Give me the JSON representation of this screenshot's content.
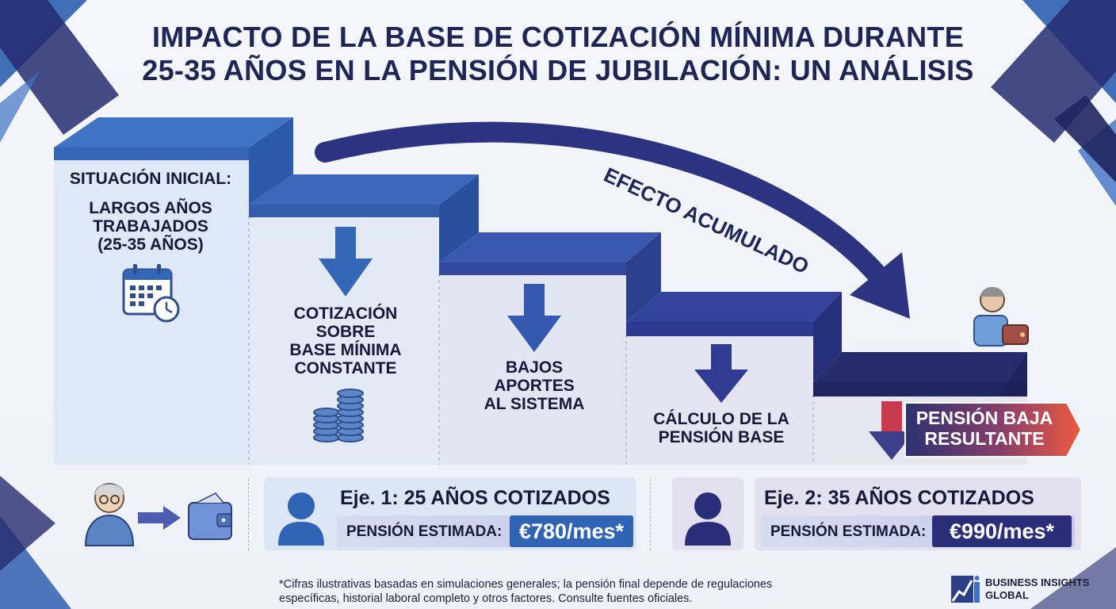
{
  "title": {
    "line1": "IMPACTO DE LA BASE DE COTIZACIÓN MÍNIMA DURANTE",
    "line2": "25-35 AÑOS EN LA PENSIÓN DE JUBILACIÓN: UN ANÁLISIS"
  },
  "colors": {
    "title": "#1e2656",
    "step_top_1": "#3d72c2",
    "step_top_5": "#232a68",
    "accent_red": "#e0473a",
    "value_blue": "#2f63b4",
    "value_navy": "#2a2e78"
  },
  "steps": [
    {
      "heading": "SITUACIÓN INICIAL:",
      "lines": [
        "LARGOS AÑOS",
        "TRABAJADOS",
        "(25-35 AÑOS)"
      ],
      "icon": "calendar-clock-icon"
    },
    {
      "lines": [
        "COTIZACIÓN",
        "SOBRE",
        "BASE MÍNIMA",
        "CONSTANTE"
      ],
      "icon": "coin-stack-icon"
    },
    {
      "lines": [
        "BAJOS",
        "APORTES",
        "AL SISTEMA"
      ]
    },
    {
      "lines": [
        "CÁLCULO DE LA",
        "PENSIÓN BASE"
      ]
    },
    {
      "icon": "retiree-wallet-icon"
    }
  ],
  "cumulative_effect_label": "EFECTO ACUMULADO",
  "result": {
    "line1": "PENSIÓN BAJA",
    "line2": "RESULTANTE"
  },
  "examples": [
    {
      "heading": "Eje. 1: 25 AÑOS COTIZADOS",
      "pension_label": "PENSIÓN ESTIMADA:",
      "pension_value": "€780/mes*"
    },
    {
      "heading": "Eje. 2: 35 AÑOS COTIZADOS",
      "pension_label": "PENSIÓN ESTIMADA:",
      "pension_value": "€990/mes*"
    }
  ],
  "footnote": {
    "line1": "*Cifras ilustrativas basadas en simulaciones generales; la pensión final depende de regulaciones",
    "line2": "específicas, historial laboral completo y otros factores. Consulte fuentes oficiales."
  },
  "logo": {
    "line1": "BUSINESS INSIGHTS",
    "line2": "GLOBAL",
    "icon": "business-insights-logo-icon"
  }
}
